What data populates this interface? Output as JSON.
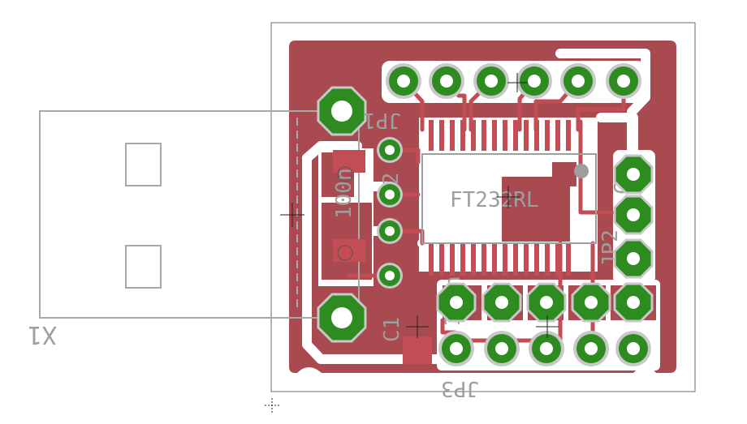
{
  "board": {
    "labels": {
      "x1": "X1",
      "jp1": "JP1",
      "jp2": "JP2",
      "jp3": "JP3",
      "ic": "FT232RL",
      "c1": "C1",
      "c2": "C2",
      "c3": "C3",
      "cap_value_1": "100n",
      "cap_value_2": "100n"
    },
    "colors": {
      "copper": "#a84a4f",
      "trace": "#c24d55",
      "pad": "#2e8b1f",
      "pad_ring": "#c8c8c8",
      "silkscreen": "#9e9e9e",
      "outline": "#6e6e6e"
    }
  }
}
